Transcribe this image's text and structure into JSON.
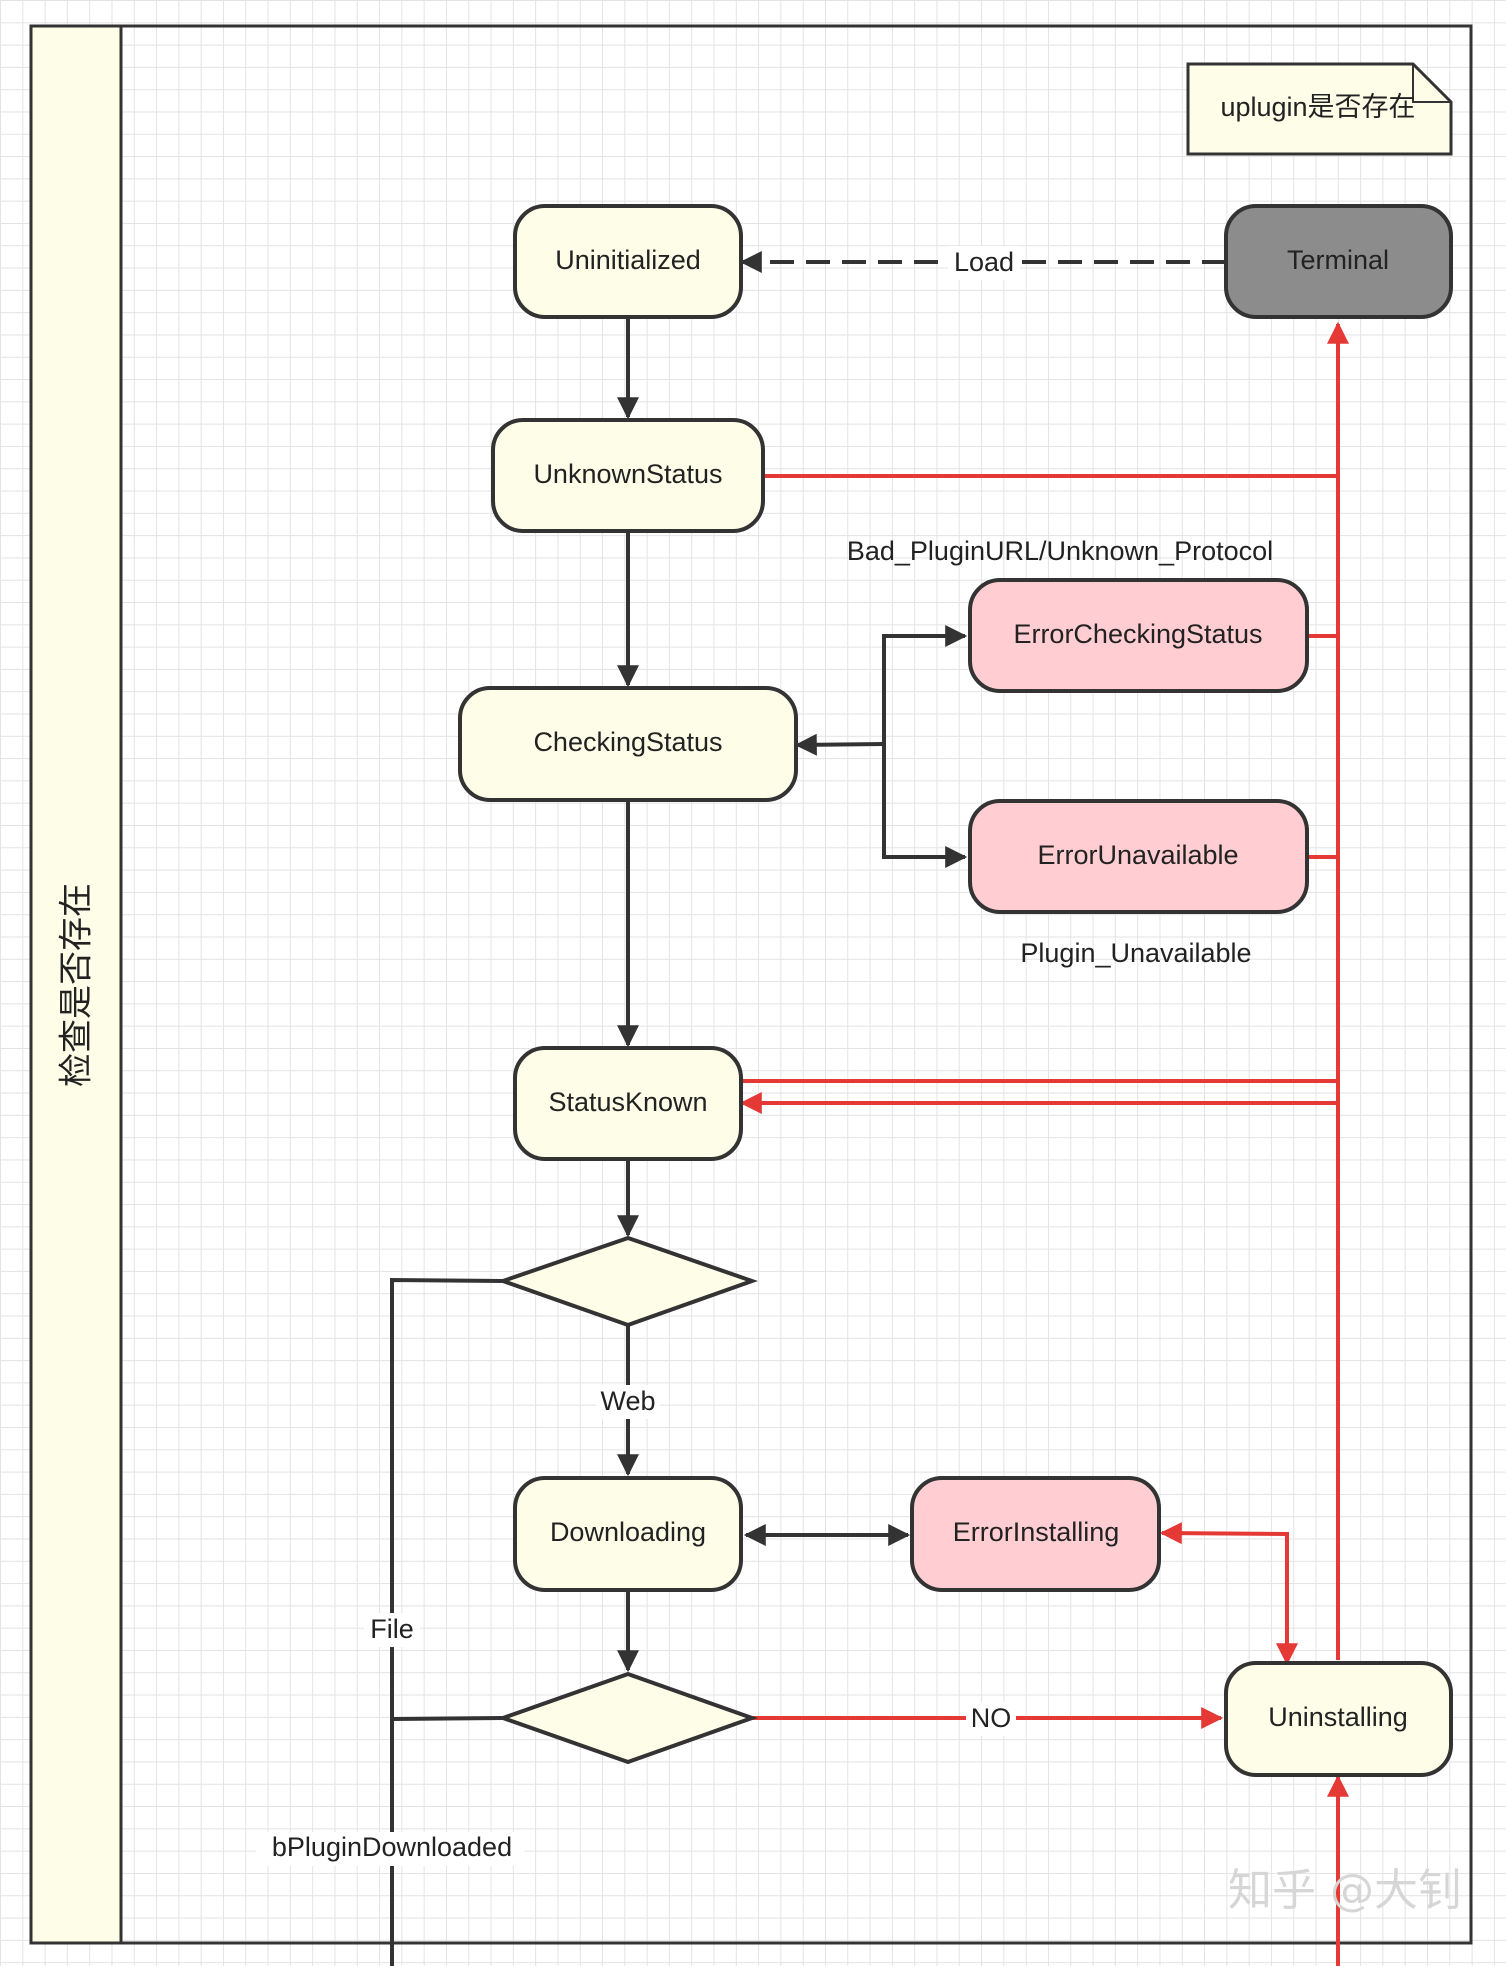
{
  "pool": {
    "lane_label": "检查是否存在"
  },
  "note": {
    "text": "uplugin是否存在"
  },
  "nodes": {
    "uninitialized": "Uninitialized",
    "terminal": "Terminal",
    "unknown_status": "UnknownStatus",
    "checking_status": "CheckingStatus",
    "error_checking_status": "ErrorCheckingStatus",
    "error_unavailable": "ErrorUnavailable",
    "status_known": "StatusKnown",
    "downloading": "Downloading",
    "error_installing": "ErrorInstalling",
    "uninstalling": "Uninstalling"
  },
  "edge_labels": {
    "load": "Load",
    "bad_plugin_url": "Bad_PluginURL/Unknown_Protocol",
    "plugin_unavailable": "Plugin_Unavailable",
    "web": "Web",
    "file": "File",
    "no": "NO",
    "b_plugin_downloaded": "bPluginDownloaded"
  },
  "watermark": "知乎 @大钊",
  "colors": {
    "state_fill": "#fdfde8",
    "error_fill": "#ffcdd2",
    "terminal_fill": "#8c8c8c",
    "stroke": "#333333",
    "error_edge": "#e53935"
  }
}
